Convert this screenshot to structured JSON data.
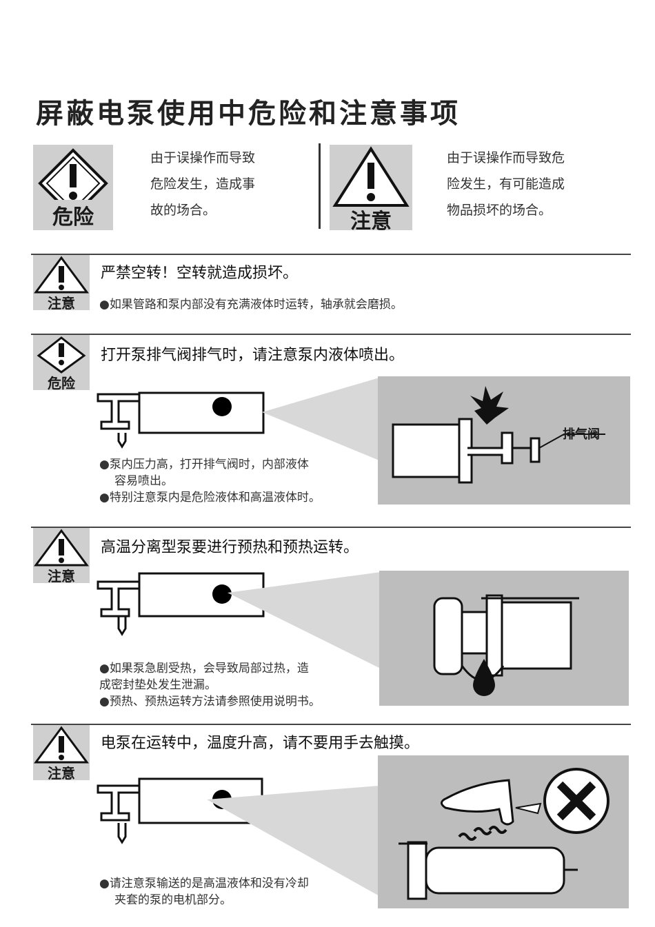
{
  "title": "屏蔽电泵使用中危险和注意事项",
  "legend": {
    "danger": {
      "icon_label": "危险",
      "text_lines": [
        "由于误操作而导致",
        "危险发生，造成事",
        "故的场合。"
      ]
    },
    "caution": {
      "icon_label": "注意",
      "text_lines": [
        "由于误操作而导致危",
        "险发生，有可能造成",
        "物品损坏的场合。"
      ]
    }
  },
  "sections": [
    {
      "icon_label": "注意",
      "heading": "严禁空转！空转就造成损坏。",
      "bullets": [
        "●如果管路和泵内部没有充满液体时运转，轴承就会磨损。"
      ]
    },
    {
      "icon_label": "危险",
      "heading": "打开泵排气阀排气时，请注意泵内液体喷出。",
      "bullets": [
        "●泵内压力高，打开排气阀时，内部液体",
        "容易喷出。",
        "●特别注意泵内是危险液体和高温液体时。"
      ],
      "figure_label": "排气阀"
    },
    {
      "icon_label": "注意",
      "heading": "高温分离型泵要进行预热和预热运转。",
      "bullets": [
        "●如果泵急剧受热，会导致局部过热，造",
        "成密封垫处发生泄漏。",
        "●预热、预热运转方法请参照使用说明书。"
      ]
    },
    {
      "icon_label": "注意",
      "heading": "电泵在运转中，温度升高，请不要用手去触摸。",
      "bullets": [
        "●请注意泵输送的是高温液体和没有冷却",
        "夹套的泵的电机部分。"
      ]
    }
  ],
  "icons": [
    "danger-diamond-icon",
    "caution-triangle-icon",
    "pump-outline-icon",
    "spray-icon",
    "drop-icon",
    "hand-icon",
    "prohibited-x-icon",
    "heat-wave-icon"
  ]
}
